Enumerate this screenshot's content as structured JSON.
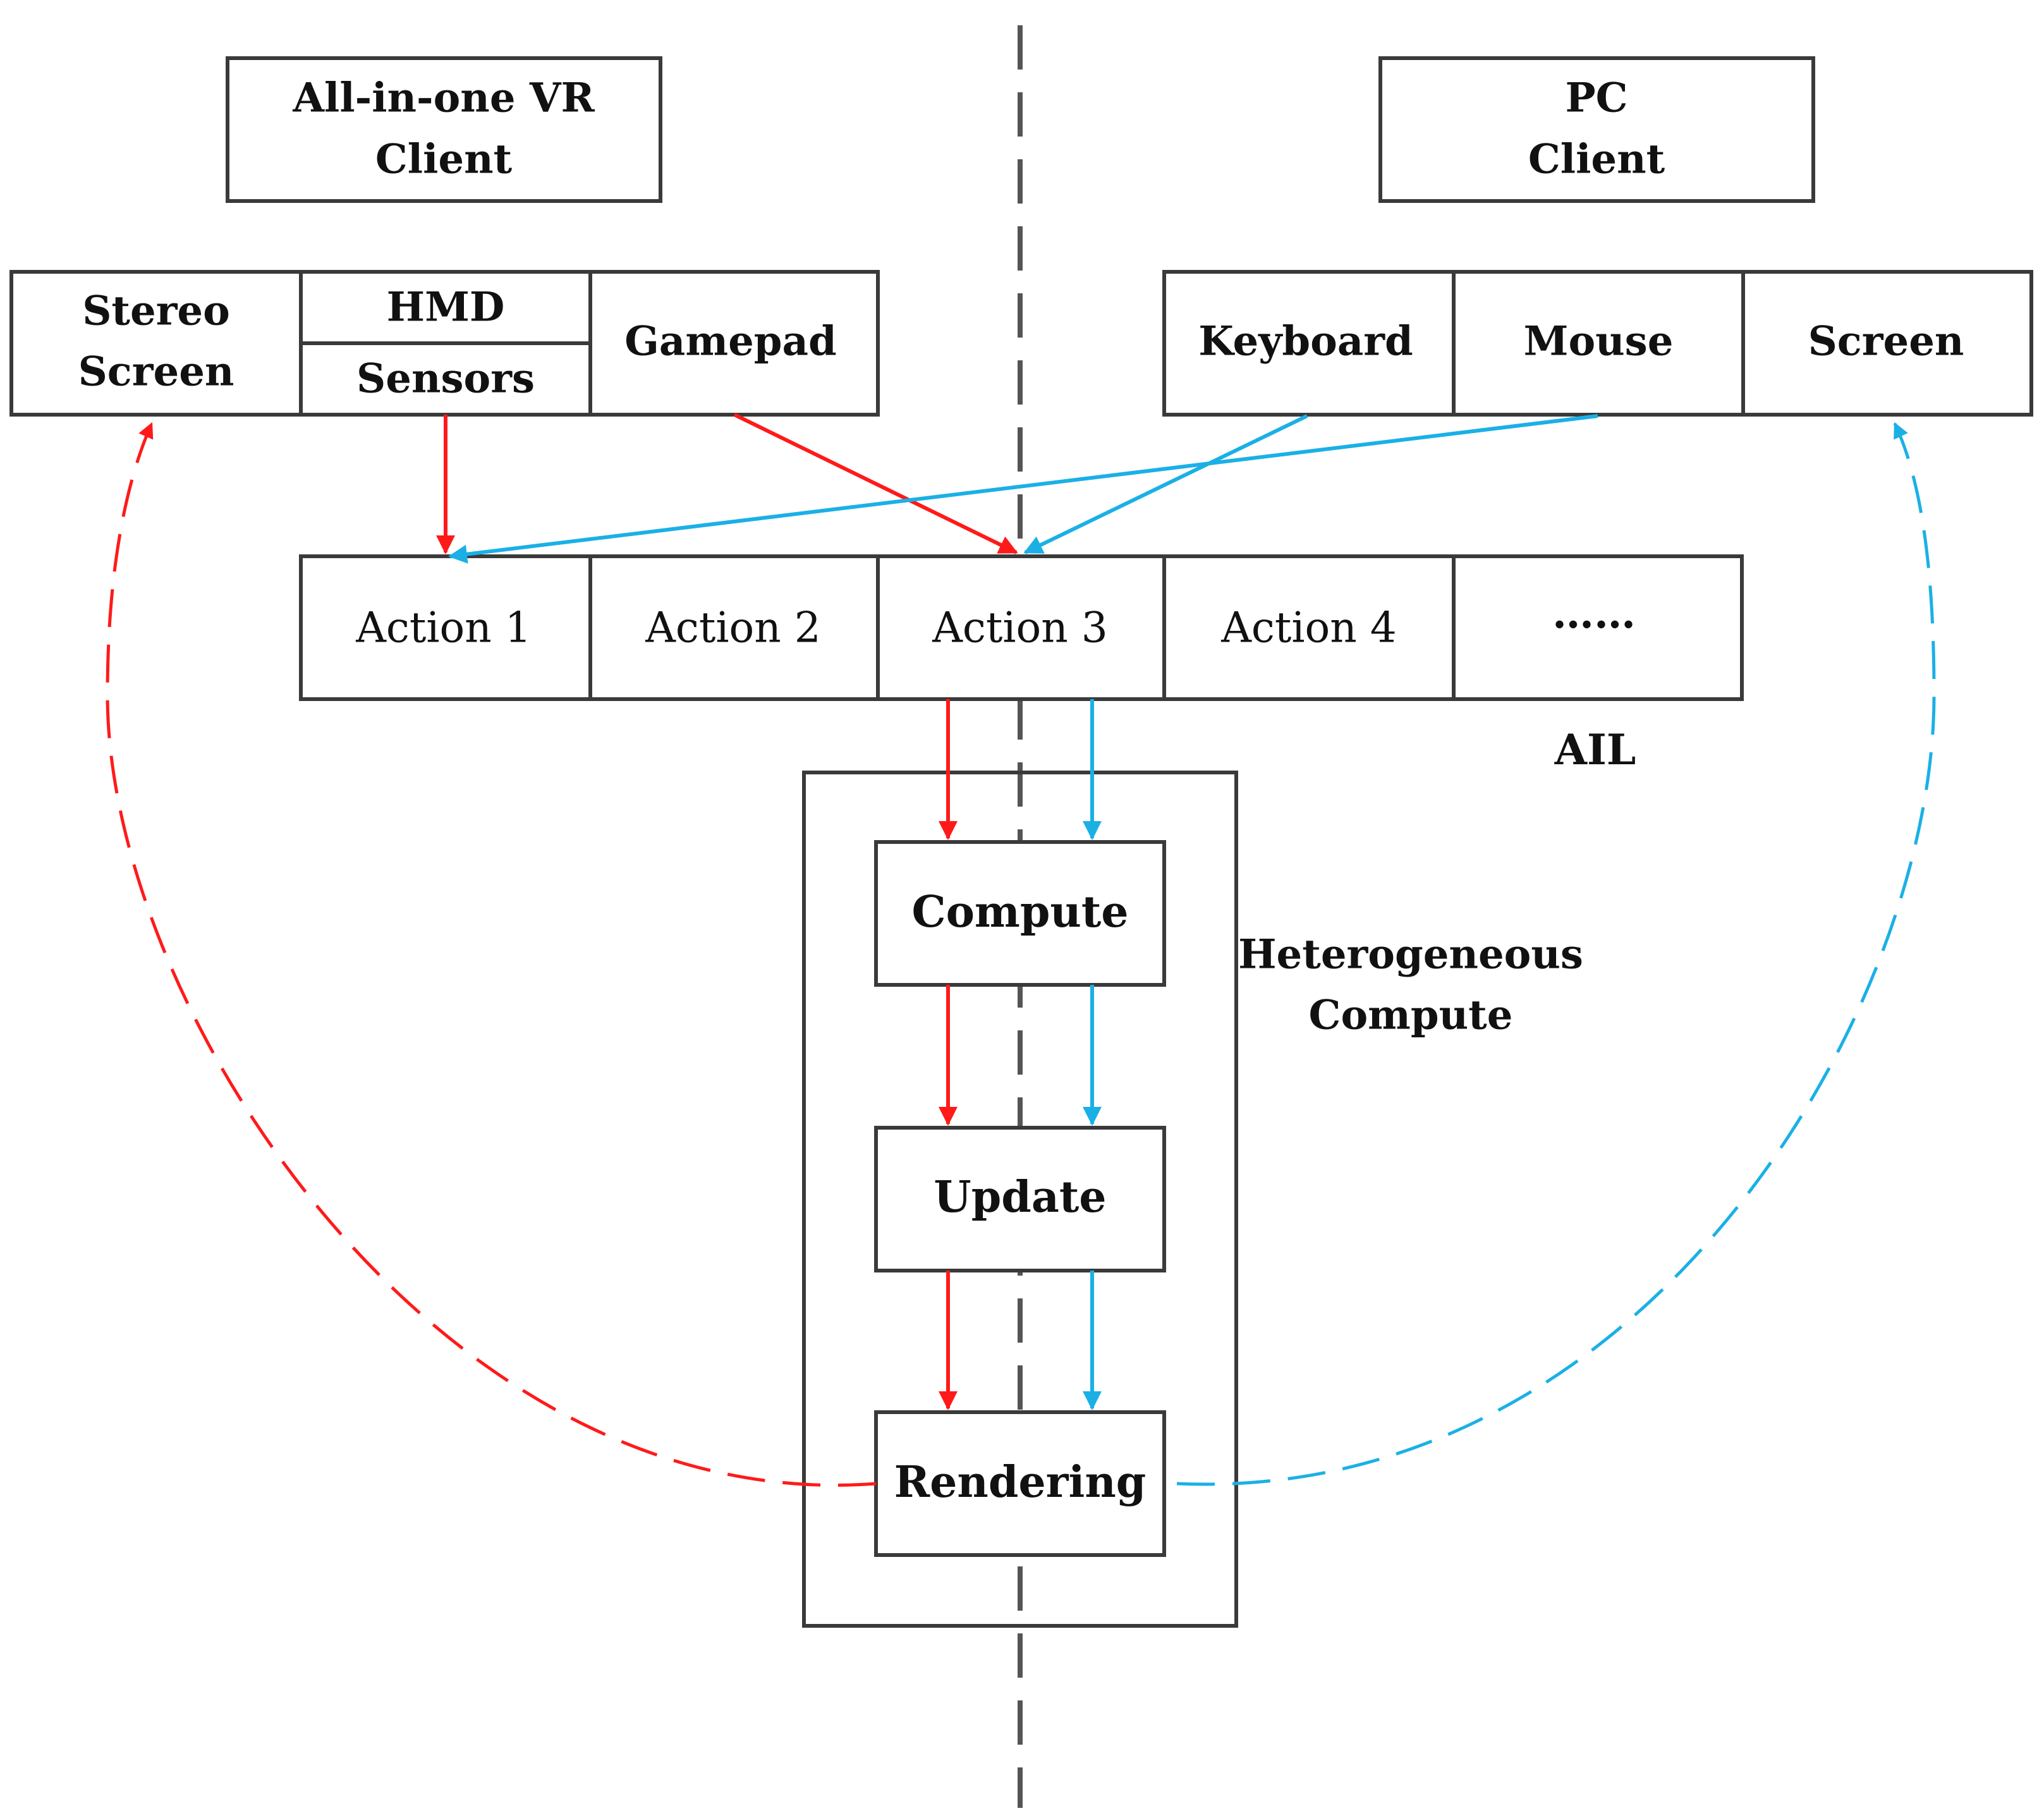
{
  "clients": {
    "vr": {
      "line1": "All-in-one VR",
      "line2": "Client"
    },
    "pc": {
      "line1": "PC",
      "line2": "Client"
    }
  },
  "vr_devices": {
    "stereo_line1": "Stereo",
    "stereo_line2": "Screen",
    "hmd": "HMD",
    "sensors": "Sensors",
    "gamepad": "Gamepad"
  },
  "pc_devices": {
    "keyboard": "Keyboard",
    "mouse": "Mouse",
    "screen": "Screen"
  },
  "actions": {
    "a1": "Action 1",
    "a2": "Action 2",
    "a3": "Action 3",
    "a4": "Action 4",
    "more": "……"
  },
  "ail_label": "AIL",
  "hetero": {
    "line1": "Heterogeneous",
    "line2": "Compute"
  },
  "pipeline": {
    "compute": "Compute",
    "update": "Update",
    "rendering": "Rendering"
  },
  "colors": {
    "vr_flow": "#ff1a1a",
    "pc_flow": "#1ab0e6",
    "divider": "#555555"
  }
}
